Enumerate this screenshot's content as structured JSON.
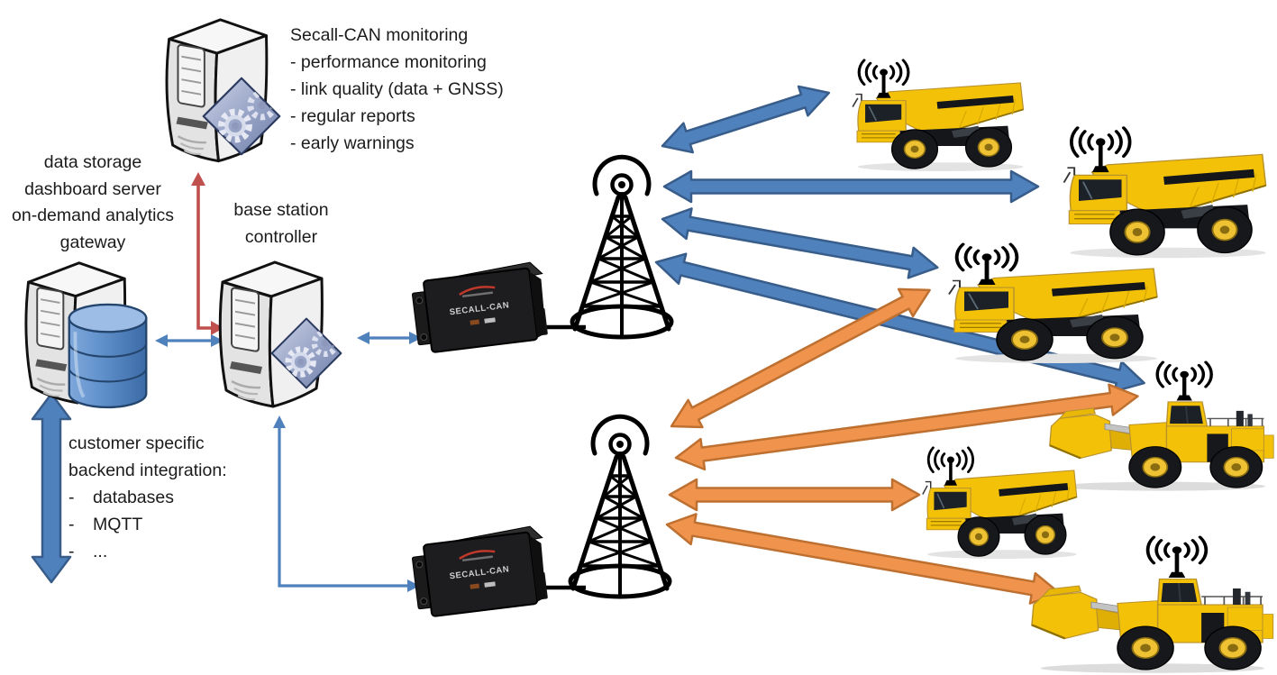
{
  "colors": {
    "radio_link_blue": "#4F81BD",
    "radio_link_blue_border": "#385D8A",
    "radio_link_orange": "#F0944D",
    "radio_link_orange_border": "#BE7031",
    "backend_arrow_blue": "#4F81BD",
    "connector_blue": "#4F81BD",
    "connector_red": "#C0504D",
    "tower_black": "#000000",
    "vehicle_yellow": "#F3C208",
    "database_blue": "#5E8FC9",
    "modem_black": "#1D1D1F"
  },
  "monitoring_note": {
    "title": "Secall-CAN monitoring",
    "items": [
      "- performance monitoring",
      "- link quality (data + GNSS)",
      "- regular reports",
      "- early warnings"
    ]
  },
  "gateway_label": {
    "lines": [
      "data storage",
      "dashboard server",
      "on-demand analytics",
      "gateway"
    ]
  },
  "bsc_label": {
    "lines": [
      "base station",
      "controller"
    ]
  },
  "backend_note": {
    "line1": "customer specific",
    "line2": "backend integration:",
    "bullets": [
      {
        "dash": "-",
        "text": "databases"
      },
      {
        "dash": "-",
        "text": "MQTT"
      },
      {
        "dash": "-",
        "text": "..."
      }
    ]
  },
  "modem": {
    "label": "SECALL-CAN"
  },
  "icons": {
    "monitoring_server": "server-gears-icon",
    "gateway_server": "server-database-icon",
    "base_station_controller": "server-gears-icon",
    "radio_modem": "secall-can-modem-box",
    "radio_tower": "lattice-radio-tower-icon",
    "vehicle_antenna": "radio-antenna-waves-icon",
    "dump_truck": "mining-dump-truck",
    "wheel_loader": "wheel-loader"
  }
}
